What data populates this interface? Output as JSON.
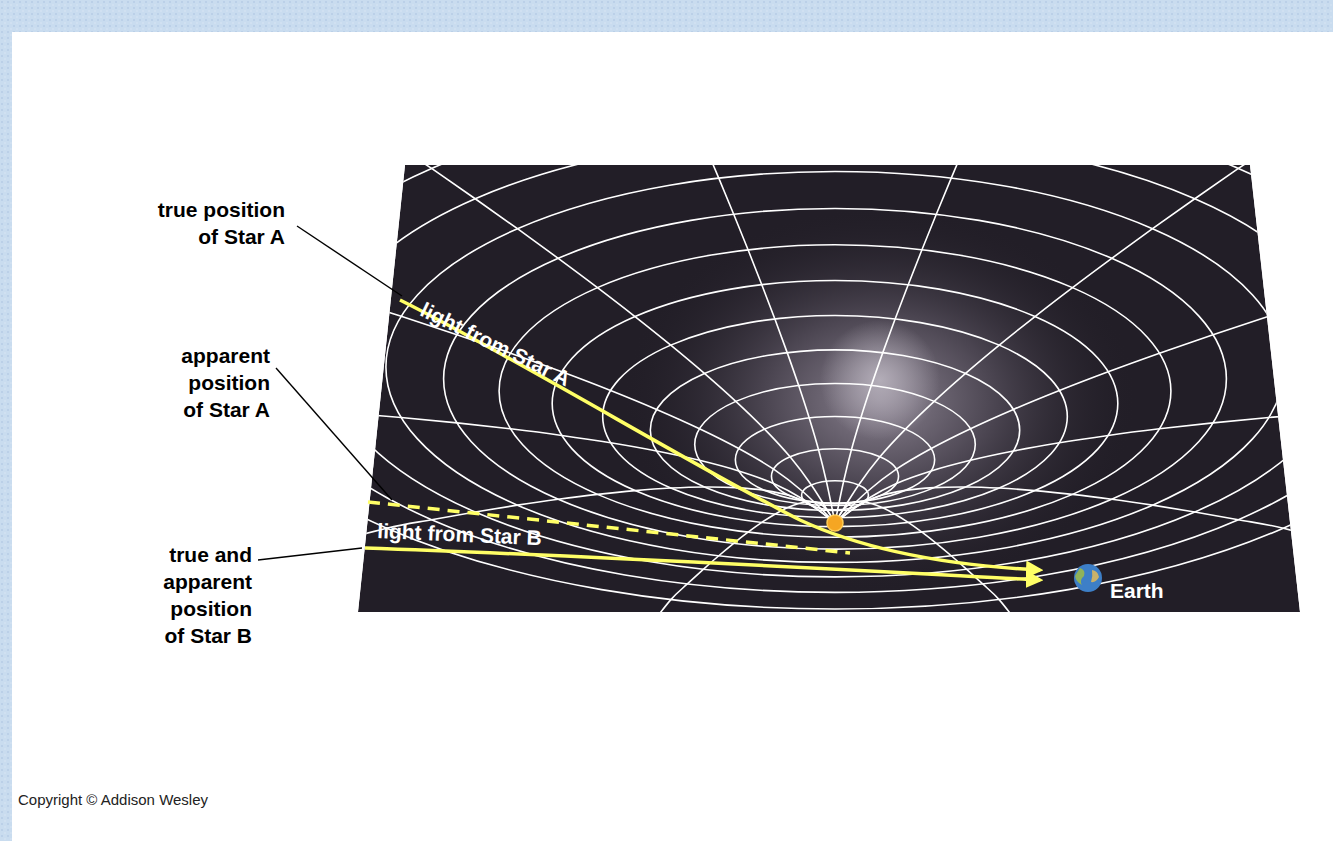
{
  "diagram": {
    "labels": [
      "true position of Star A",
      "apparent position of Star A",
      "true and apparent position of Star B",
      "light from Star A",
      "light from Star B",
      "Earth",
      "Copyright © Addison Wesley"
    ]
  }
}
